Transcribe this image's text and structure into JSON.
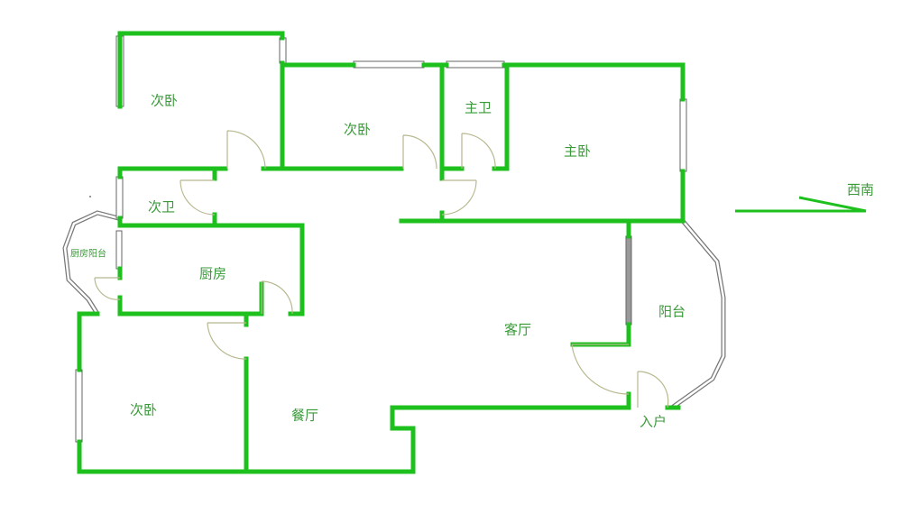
{
  "colors": {
    "wall": "#1ec01e",
    "text": "#3a9a3a",
    "door": "#c8c89a",
    "window": "#888888"
  },
  "rooms": {
    "bedroom_top_left": "次卧",
    "bedroom_middle": "次卧",
    "master_bath": "主卫",
    "master_bedroom": "主卧",
    "second_bath": "次卫",
    "kitchen_balcony": "厨房阳台",
    "kitchen": "厨房",
    "living_room": "客厅",
    "balcony": "阳台",
    "bedroom_bottom_left": "次卧",
    "dining_room": "餐厅",
    "entrance": "入户"
  },
  "orientation": {
    "label": "西南"
  }
}
